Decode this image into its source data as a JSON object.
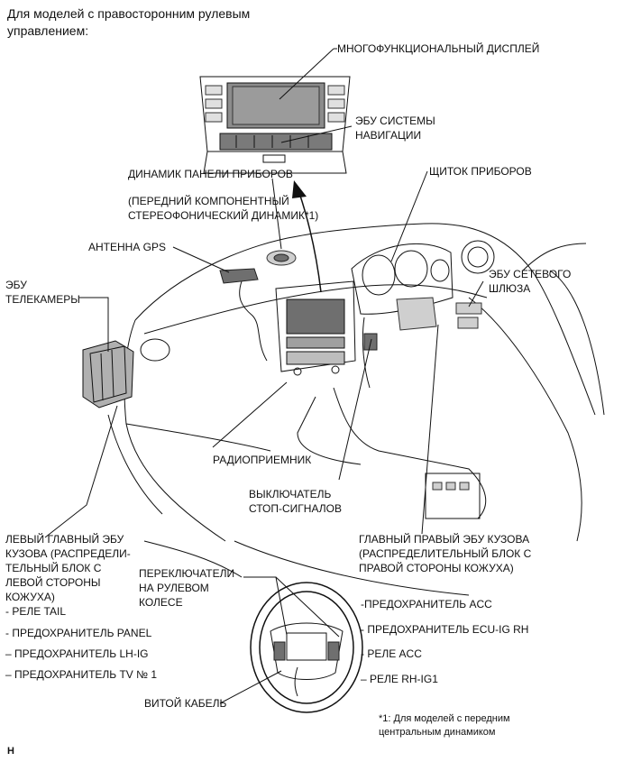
{
  "header": [
    "Для моделей с правосторонним рулевым",
    "управлением:"
  ],
  "labels": {
    "multifunction_display": "МНОГОФУНКЦИОНАЛЬНЫЙ ДИСПЛЕЙ",
    "nav_ecu": [
      "ЭБУ СИСТЕМЫ",
      "НАВИГАЦИИ"
    ],
    "dash_speaker": "ДИНАМИК ПАНЕЛИ ПРИБОРОВ",
    "front_speaker": [
      "(ПЕРЕДНИЙ КОМПОНЕНТНЫЙ",
      "СТЕРЕОФОНИЧЕСКИЙ ДИНАМИК*1)"
    ],
    "gps_antenna": "АНТЕННА GPS",
    "combination_meter": "ЩИТОК ПРИБОРОВ",
    "gateway_ecu": [
      "ЭБУ СЕТЕВОГО",
      "ШЛЮЗА"
    ],
    "camera_ecu": [
      "ЭБУ",
      "ТЕЛЕКАМЕРЫ"
    ],
    "radio_receiver": "РАДИОПРИЕМНИК",
    "stop_switch": [
      "ВЫКЛЮЧАТЕЛЬ",
      "СТОП-СИГНАЛОВ"
    ],
    "main_left_body_ecu": [
      "ЛЕВЫЙ ГЛАВНЫЙ ЭБУ",
      "КУЗОВА (РАСПРЕДЕЛИ-",
      "ТЕЛЬНЫЙ БЛОК С",
      "ЛЕВОЙ СТОРОНЫ",
      "КОЖУХА)"
    ],
    "left_items": [
      "- РЕЛЕ TAIL",
      "- ПРЕДОХРАНИТЕЛЬ PANEL",
      "– ПРЕДОХРАНИТЕЛЬ LH-IG",
      "– ПРЕДОХРАНИТЕЛЬ TV № 1"
    ],
    "steering_switches": [
      "ПЕРЕКЛЮЧАТЕЛИ",
      "НА РУЛЕВОМ",
      "КОЛЕСЕ"
    ],
    "main_right_body_ecu": [
      "ГЛАВНЫЙ ПРАВЫЙ ЭБУ КУЗОВА",
      "(РАСПРЕДЕЛИТЕЛЬНЫЙ БЛОК С",
      "ПРАВОЙ СТОРОНЫ КОЖУХА)"
    ],
    "right_items": [
      "-ПРЕДОХРАНИТЕЛЬ ACC",
      "- ПРЕДОХРАНИТЕЛЬ ECU-IG RH",
      "- РЕЛЕ ACC",
      "– РЕЛЕ RH-IG1"
    ],
    "spiral_cable": "ВИТОЙ КАБЕЛЬ",
    "footnote": [
      "*1: Для моделей с передним",
      "центральным динамиком"
    ],
    "corner_mark": "H"
  },
  "colors": {
    "line": "#111111",
    "fill_light": "#cfcfcf",
    "fill_dark": "#6f6f6f"
  }
}
